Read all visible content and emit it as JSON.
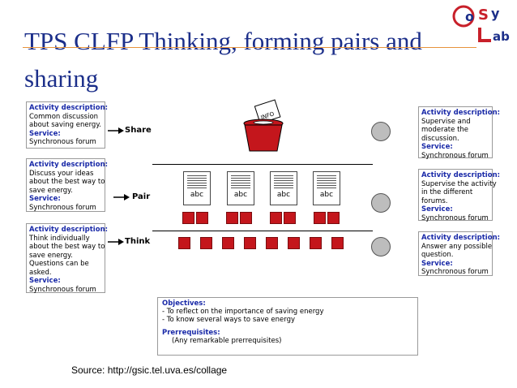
{
  "title": "TPS CLFP Thinking, forming pairs and sharing",
  "logo": {
    "text_line1": "CoSy",
    "text_line2": "Lab"
  },
  "left_boxes": [
    {
      "label": "Activity description:",
      "lines": [
        "Common discussion",
        "about saving energy."
      ],
      "service_label": "Service:",
      "service": "Synchronous forum"
    },
    {
      "label": "Activity description:",
      "lines": [
        "Discuss your ideas",
        "about the best way to",
        "save energy."
      ],
      "service_label": "Service:",
      "service": "Synchronous forum"
    },
    {
      "label": "Activity description:",
      "lines": [
        "Think individually",
        "about the best way to",
        "save energy.",
        "Questions can be",
        "asked."
      ],
      "service_label": "Service:",
      "service": "Synchronous forum"
    }
  ],
  "row_labels": {
    "share": "Share",
    "pair": "Pair",
    "think": "Think"
  },
  "ballot_text": "INFO",
  "doc_text": "abc",
  "right_boxes": [
    {
      "label": "Activity description:",
      "lines": [
        "Supervise and",
        "moderate the",
        "discussion."
      ],
      "service_label": "Service:",
      "service": "Synchronous forum"
    },
    {
      "label": "Activity description:",
      "lines": [
        "Supervise the activity",
        "in the different",
        "forums."
      ],
      "service_label": "Service:",
      "service": "Synchronous forum"
    },
    {
      "label": "Activity description:",
      "lines": [
        "Answer any possible",
        "question."
      ],
      "service_label": "Service:",
      "service": "Synchronous forum"
    }
  ],
  "objectives": {
    "label": "Objectives:",
    "items": [
      "- To reflect on the importance of saving energy",
      "- To know several ways to save energy"
    ],
    "prereq_label": "Prerrequisites:",
    "prereq": "(Any remarkable prerrequisites)"
  },
  "source": "Source: http://gsic.tel.uva.es/collage",
  "colors": {
    "title": "#1c2f8a",
    "accent_line": "#e6933c",
    "label_blue": "#1a2aa8",
    "square_red": "#c4161c",
    "logo_red": "#c8202a",
    "logo_blue": "#1c2f8a"
  }
}
